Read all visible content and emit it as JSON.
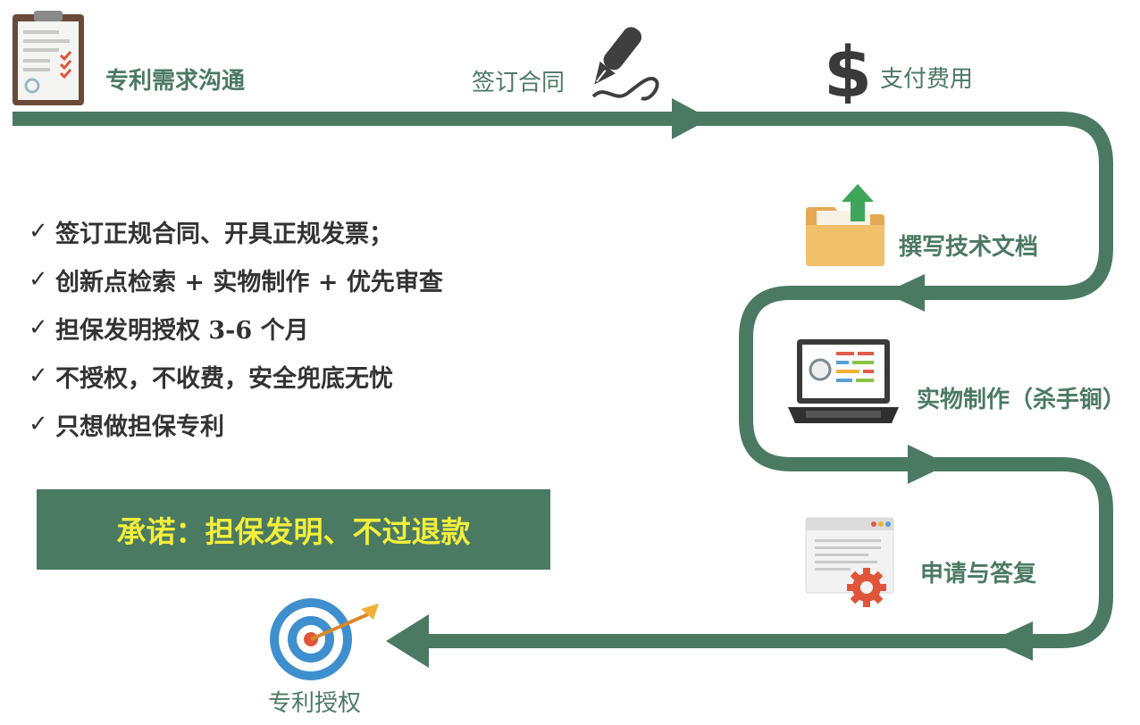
{
  "flow": {
    "color": "#4b7a63",
    "steps": [
      {
        "label": "专利需求沟通",
        "icon": "clipboard-checklist-icon"
      },
      {
        "label": "签订合同",
        "icon": "fountain-pen-signature-icon"
      },
      {
        "label": "支付费用",
        "icon": "dollar-sign-icon"
      },
      {
        "label": "撰写技术文档",
        "icon": "folder-upload-icon"
      },
      {
        "label": "实物制作（杀手锏）",
        "icon": "laptop-icon"
      },
      {
        "label": "申请与答复",
        "icon": "document-gear-icon"
      },
      {
        "label": "专利授权",
        "icon": "target-arrow-icon"
      }
    ]
  },
  "benefits": {
    "check_symbol": "✓",
    "items": [
      "签订正规合同、开具正规发票；",
      "创新点检索 + 实物制作 + 优先审查",
      "担保发明授权 3-6 个月",
      "不授权，不收费，安全兜底无忧",
      "只想做担保专利"
    ]
  },
  "promise": {
    "text": "承诺：担保发明、不过退款",
    "background": "#4b7a63",
    "text_color": "#f3ee3c"
  }
}
